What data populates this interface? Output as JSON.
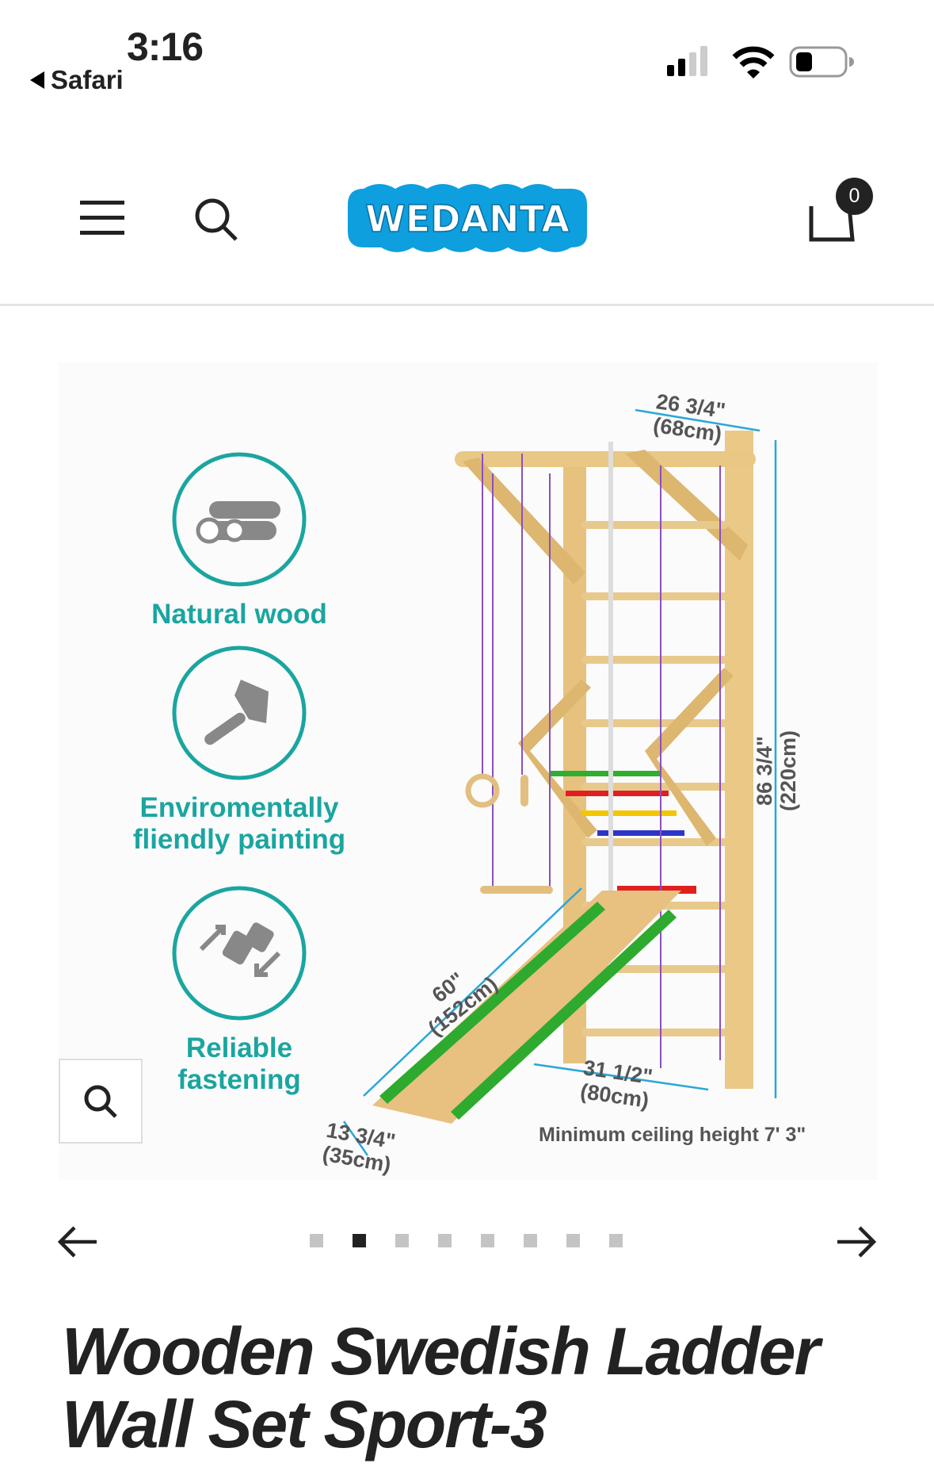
{
  "status_bar": {
    "time": "3:16",
    "back_label": "Safari",
    "icons": [
      "signal-icon",
      "wifi-icon",
      "battery-icon"
    ]
  },
  "header": {
    "logo_text": "WEDANTA",
    "logo_color": "#0e9fdf",
    "cart_count": "0",
    "icons": [
      "menu-icon",
      "search-icon",
      "cart-icon"
    ]
  },
  "product_image": {
    "features": [
      {
        "label_line1": "Natural wood",
        "label_line2": "",
        "icon": "logs-icon"
      },
      {
        "label_line1": "Enviromentally",
        "label_line2": "fliendly painting",
        "icon": "paintbrush-icon"
      },
      {
        "label_line1": "Reliable",
        "label_line2": "fastening",
        "icon": "fastening-icon"
      }
    ],
    "dimensions": {
      "width_in": "26 3/4\"",
      "width_cm": "(68cm)",
      "height_in": "86 3/4\"",
      "height_cm": "(220cm)",
      "slide_len_in": "60\"",
      "slide_len_cm": "(152cm)",
      "depth_in": "31 1/2\"",
      "depth_cm": "(80cm)",
      "slide_w_in": "13 3/4\"",
      "slide_w_cm": "(35cm)"
    },
    "ceiling_note": "Minimum ceiling height 7' 3\"",
    "accent_color": "#1ba5a0"
  },
  "gallery": {
    "total_slides": 8,
    "active_slide": 2
  },
  "product": {
    "title_line1": "Wooden Swedish Ladder",
    "title_line2": "Wall Set Sport-3"
  }
}
